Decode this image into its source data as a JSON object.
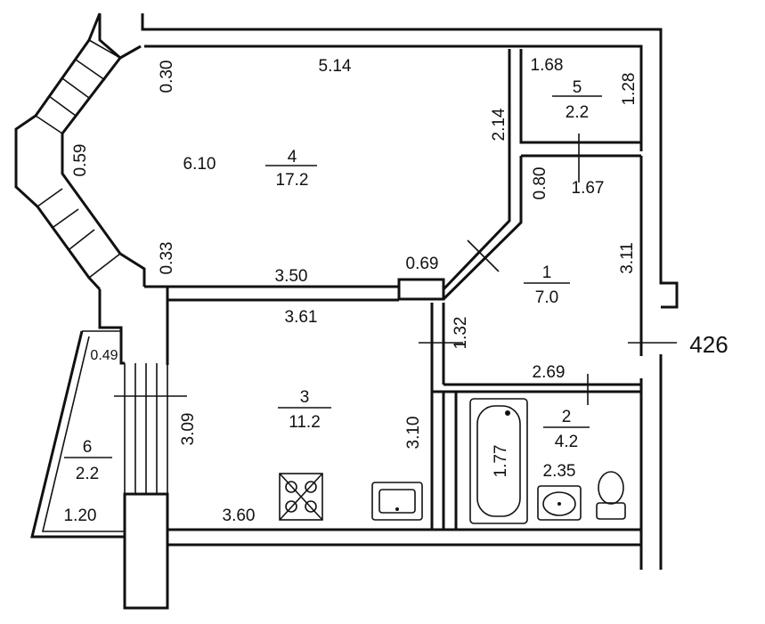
{
  "rooms": [
    {
      "id": "1",
      "number": "1",
      "area": "7.0"
    },
    {
      "id": "2",
      "number": "2",
      "area": "4.2"
    },
    {
      "id": "3",
      "number": "3",
      "area": "11.2"
    },
    {
      "id": "4",
      "number": "4",
      "area": "17.2"
    },
    {
      "id": "5",
      "number": "5",
      "area": "2.2"
    },
    {
      "id": "6",
      "number": "6",
      "area": "2.2"
    }
  ],
  "dimensions": {
    "d_514": "5.14",
    "d_030": "0.30",
    "d_059": "0.59",
    "d_033": "0.33",
    "d_610": "6.10",
    "d_214": "2.14",
    "d_168": "1.68",
    "d_128": "1.28",
    "d_080": "0.80",
    "d_167": "1.67",
    "d_311": "3.11",
    "d_069": "0.69",
    "d_350": "3.50",
    "d_361": "3.61",
    "d_132": "1.32",
    "d_269": "2.69",
    "d_049": "0.49",
    "d_309": "3.09",
    "d_310": "3.10",
    "d_177": "1.77",
    "d_235": "2.35",
    "d_120": "1.20",
    "d_360": "3.60"
  },
  "apartment_number": "426"
}
